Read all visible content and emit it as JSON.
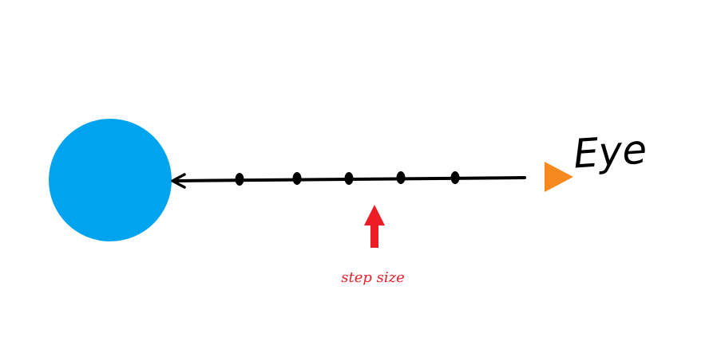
{
  "labels": {
    "eye": "Eye",
    "step_size": "step size"
  },
  "colors": {
    "sphere": "#00A3EE",
    "ray": "#000000",
    "eye_marker": "#F7891E",
    "step_arrow": "#EE1C25",
    "step_label": "#E8202A",
    "eye_label": "#000000"
  },
  "ray": {
    "sample_count": 5,
    "icons": {
      "eye_marker": "triangle-right",
      "step_arrow": "arrow-up"
    }
  }
}
